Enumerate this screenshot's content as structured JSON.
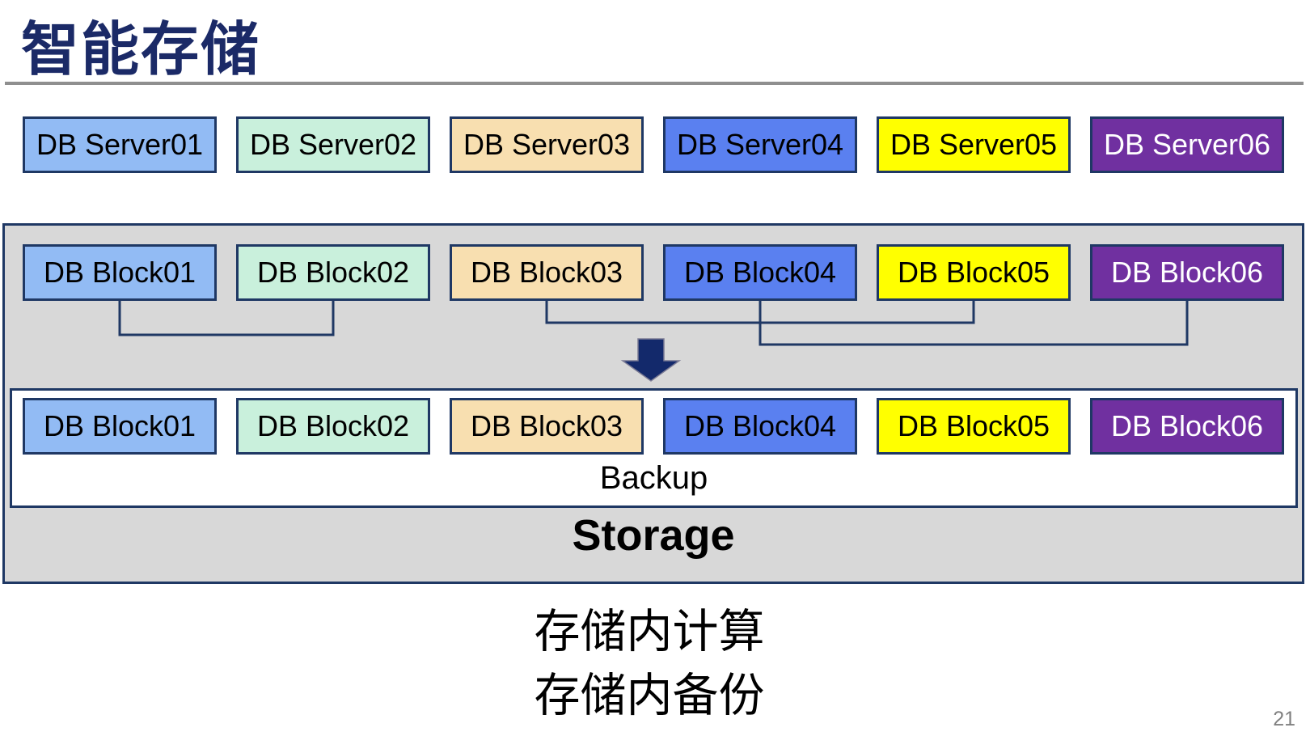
{
  "title": "智能存储",
  "servers": [
    "DB Server01",
    "DB Server02",
    "DB Server03",
    "DB Server04",
    "DB Server05",
    "DB Server06"
  ],
  "blocks_top": [
    "DB Block01",
    "DB Block02",
    "DB Block03",
    "DB Block04",
    "DB Block05",
    "DB Block06"
  ],
  "blocks_bottom": [
    "DB Block01",
    "DB Block02",
    "DB Block03",
    "DB Block04",
    "DB Block05",
    "DB Block06"
  ],
  "backup_label": "Backup",
  "storage_label": "Storage",
  "captions": [
    "存储内计算",
    "存储内备份"
  ],
  "page_number": "21",
  "connections": [
    [
      "DB Block01",
      "DB Block02"
    ],
    [
      "DB Block03",
      "DB Block05"
    ],
    [
      "DB Block04",
      "DB Block06"
    ]
  ],
  "palette": {
    "boxes": [
      {
        "fill": "#92BBF4",
        "text": "#000000"
      },
      {
        "fill": "#C9F0DC",
        "text": "#000000"
      },
      {
        "fill": "#F8DFB0",
        "text": "#000000"
      },
      {
        "fill": "#5A80F0",
        "text": "#000000"
      },
      {
        "fill": "#FFFF00",
        "text": "#000000"
      },
      {
        "fill": "#7030A0",
        "text": "#FFFFFF"
      }
    ],
    "box_border": "#1F3864",
    "panel_fill": "#D8D8D8",
    "panel_border": "#1F3864",
    "line_color": "#1F3864",
    "arrow_color": "#13296B",
    "title_color": "#1B2A67",
    "rule_color": "#8F8F8F",
    "page_number_color": "#808080"
  }
}
